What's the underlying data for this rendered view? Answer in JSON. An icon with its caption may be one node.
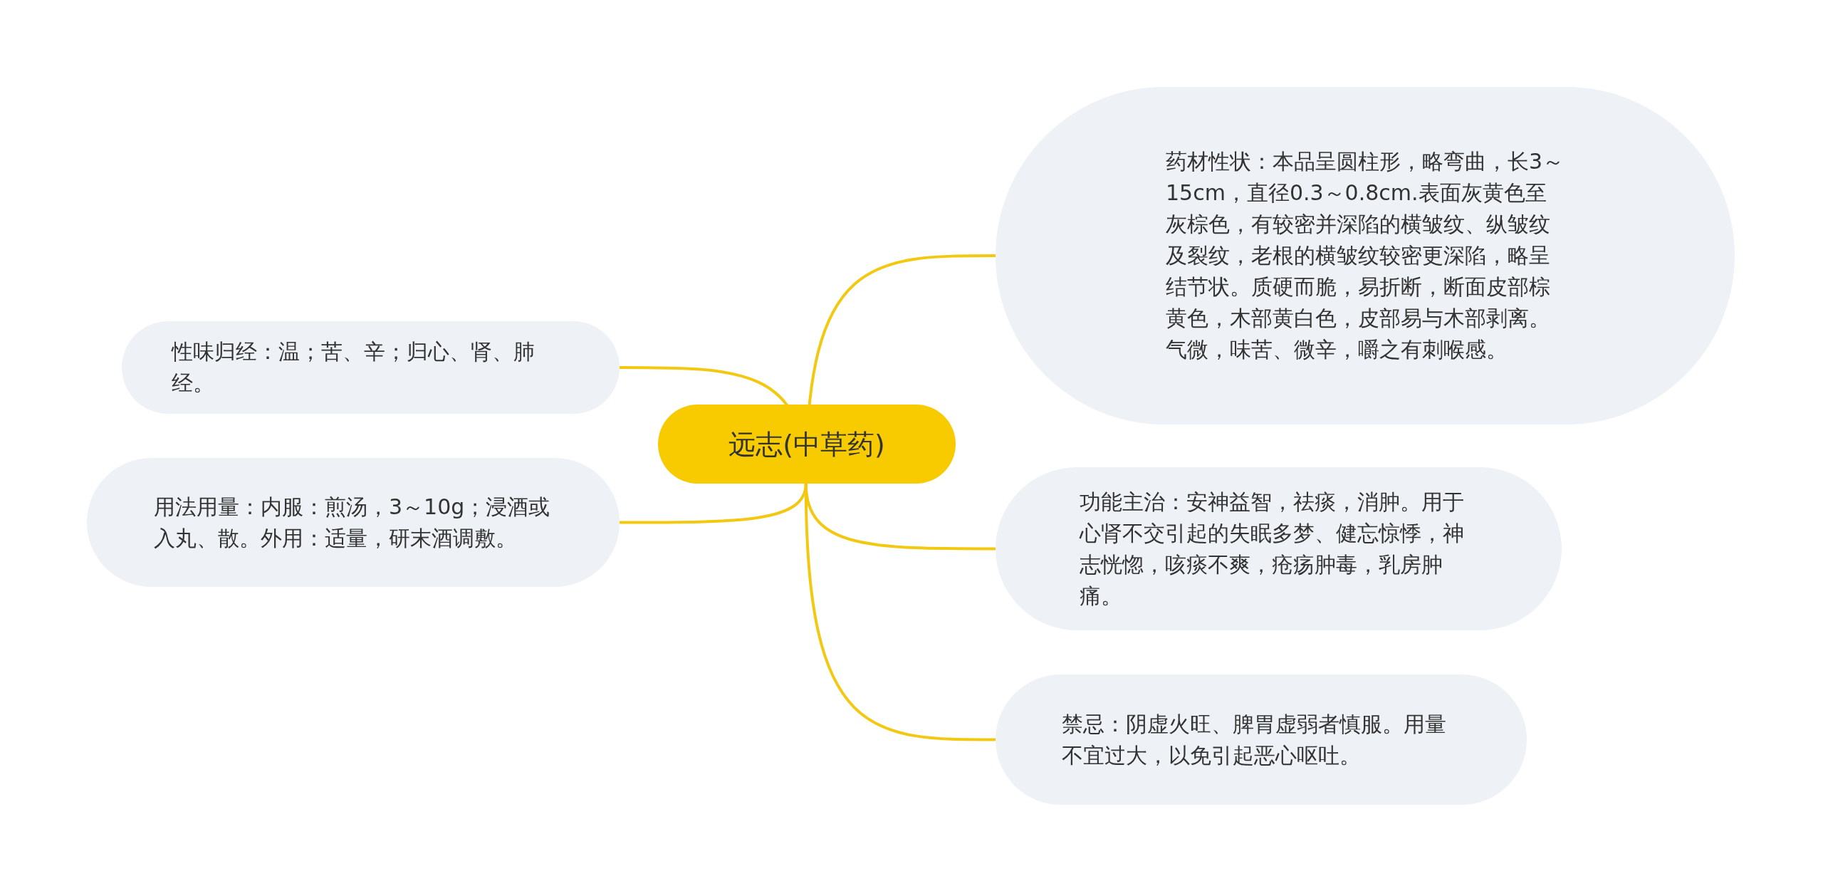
{
  "diagram": {
    "nodes": [
      {
        "text": [
          "远志(中草药)"
        ]
      },
      {
        "text": [
          "药材性状：本品呈圆柱形，略弯曲，长3～15cm，直径0.3～0.8cm.表面灰黄色至灰棕色，有较密并深陷的横皱纹、纵皱纹及裂纹，老根的横皱纹较密更深陷，略呈结节状。质硬而脆，易折断，断面皮部棕黄色，木部黄白色，皮部易与木部剥离。气微，味苦、微辛，嚼之有刺喉感。"
        ]
      },
      {
        "text": [
          "功能主治：安神益智，祛痰，消肿。用于心肾不交引起的失眠多梦、健忘惊悸，神志恍惚，咳痰不爽，疮疡肿毒，乳房肿痛。"
        ]
      },
      {
        "text": [
          "禁忌：阴虚火旺、脾胃虚弱者慎服。用量不宜过大，以免引起恶心呕吐。"
        ]
      },
      {
        "text": [
          "性味归经：温；苦、辛；归心、肾、肺经。"
        ]
      },
      {
        "text": [
          "用法用量：内服：煎汤，3～10g；浸酒或入丸、散。外用：适量，研末酒调敷。"
        ]
      }
    ],
    "edges": [
      {
        "from": 0,
        "to": 1,
        "arrow": "none"
      },
      {
        "from": 0,
        "to": 2,
        "arrow": "none"
      },
      {
        "from": 0,
        "to": 3,
        "arrow": "none"
      },
      {
        "from": 0,
        "to": 4,
        "arrow": "none"
      },
      {
        "from": 0,
        "to": 5,
        "arrow": "none"
      }
    ]
  }
}
